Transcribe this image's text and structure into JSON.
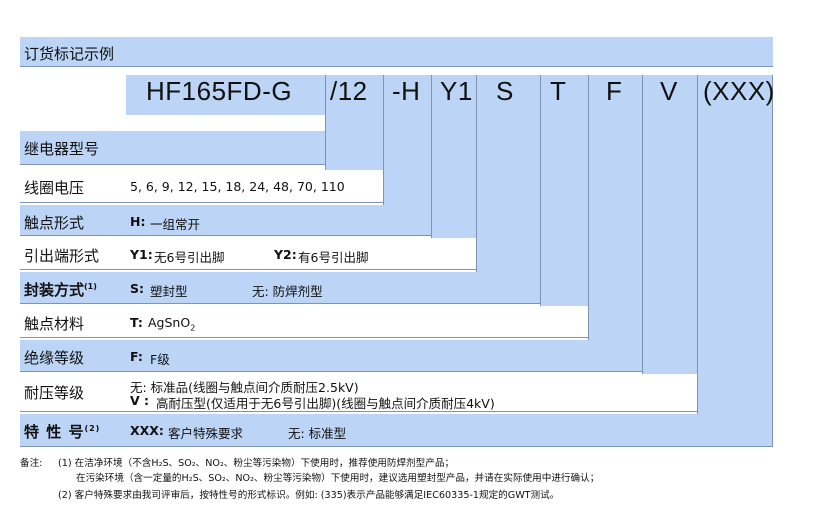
{
  "header": {
    "title": "订货标记示例"
  },
  "code": {
    "base": "HF165FD-G",
    "voltage": "/12",
    "contact": "-H",
    "terminal": "Y1",
    "seal": "S",
    "material": "T",
    "insulation": "F",
    "withstand": "V",
    "special": "(XXX)"
  },
  "rows": {
    "model": {
      "label": "继电器型号"
    },
    "coil": {
      "label": "线圈电压",
      "value": "5, 6, 9, 12, 15, 18, 24, 48, 70, 110"
    },
    "contact_form": {
      "label": "触点形式",
      "code": "H:",
      "desc": "一组常开"
    },
    "terminal": {
      "label": "引出端形式",
      "code1": "Y1:",
      "desc1": "无6号引出脚",
      "code2": "Y2:",
      "desc2": "有6号引出脚"
    },
    "seal": {
      "label": "封装方式",
      "note_ref": "(1)",
      "code1": "S:",
      "desc1": "塑封型",
      "desc2": "无: 防焊剂型"
    },
    "material": {
      "label": "触点材料",
      "code": "T:",
      "desc_main": "AgSnO",
      "desc_sub": "2"
    },
    "insulation": {
      "label": "绝缘等级",
      "code": "F:",
      "desc": "F级"
    },
    "withstand": {
      "label": "耐压等级",
      "line1": "无:  标准品(线圈与触点间介质耐压2.5kV)",
      "code2": "V :",
      "line2": "高耐压型(仅适用于无6号引出脚)(线圈与触点间介质耐压4kV)"
    },
    "special": {
      "label": "特 性 号",
      "note_ref": "(2)",
      "code": "XXX:",
      "desc1": "客户特殊要求",
      "desc2": "无: 标准型"
    }
  },
  "notes": {
    "prefix": "备注:",
    "n1_line1": "(1) 在洁净环境（不含H₂S、SO₂、NO₂、粉尘等污染物）下使用时，推荐使用防焊剂型产品；",
    "n1_line2": "在污染环境（含一定量的H₂S、SO₂、NO₂、粉尘等污染物）下使用时，建议选用塑封型产品，并请在实际使用中进行确认；",
    "n2": "(2) 客户特殊要求由我司评审后，按特性号的形式标识。例如: (335)表示产品能够满足IEC60335-1规定的GWT测试。"
  },
  "colors": {
    "panel": "#bcd4f5",
    "edge": "#7f93b5"
  }
}
